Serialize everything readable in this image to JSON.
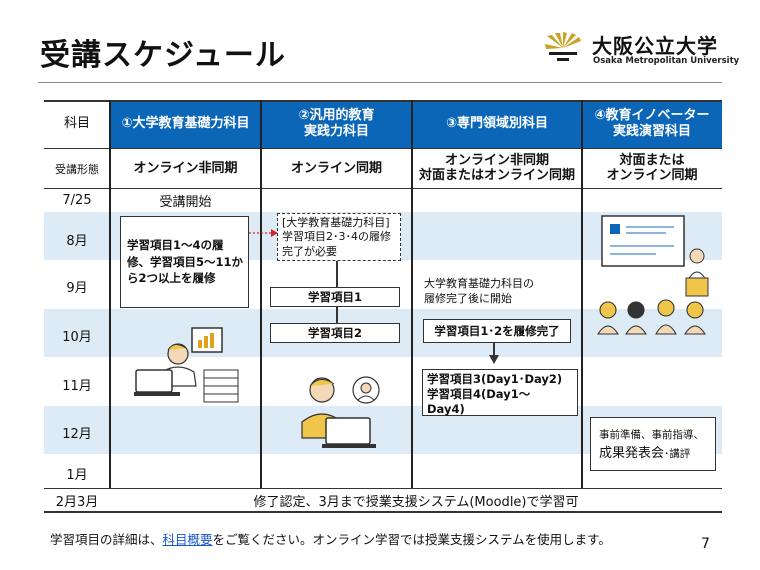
{
  "header": {
    "title": "受講スケジュール",
    "logo_jp": "大阪公立大学",
    "logo_en": "Osaka Metropolitan University"
  },
  "table": {
    "columns": [
      "科目",
      "①大学教育基礎力科目",
      "②汎用的教育\n実践力科目",
      "③専門領域別科目",
      "④教育イノベーター\n実践演習科目"
    ],
    "mode_row": {
      "label": "受講形態",
      "values": [
        "オンライン非同期",
        "オンライン同期",
        "オンライン非同期\n対面またはオンライン同期",
        "対面または\nオンライン同期"
      ]
    },
    "months": [
      "7/25",
      "8月",
      "9月",
      "10月",
      "11月",
      "12月",
      "1月",
      "2月3月"
    ],
    "col1": {
      "start_label": "受講開始",
      "box": "学習項目1～4の履修、学習項目5～11から2つ以上を履修"
    },
    "col2": {
      "prereq_box": "[大学教育基礎力科目]学習項目2･3･4の履修完了が必要",
      "item1": "学習項目1",
      "item2": "学習項目2"
    },
    "col3": {
      "note": "大学教育基礎力科目の\n履修完了後に開始",
      "box1": "学習項目1･2を履修完了",
      "box2": "学習項目3(Day1･Day2)\n学習項目4(Day1～\nDay4)"
    },
    "col4": {
      "box": "事前準備、事前指導、",
      "box_large": "成果発表会",
      "box_suffix": "･講評"
    },
    "final_row": "修了認定、3月まで授業支援システム(Moodle)で学習可"
  },
  "footer": {
    "before_link": "学習項目の詳細は、",
    "link": "科目概要",
    "after_link": "をご覧ください。オンライン学習では授業支援システムを使用します。",
    "page_number": "7"
  },
  "colors": {
    "header_blue": "#0b66b8",
    "band_blue": "#dcebf5",
    "link_blue": "#1a56c9",
    "logo_gold": "#c9a227",
    "arrow_red": "#d4242a"
  }
}
